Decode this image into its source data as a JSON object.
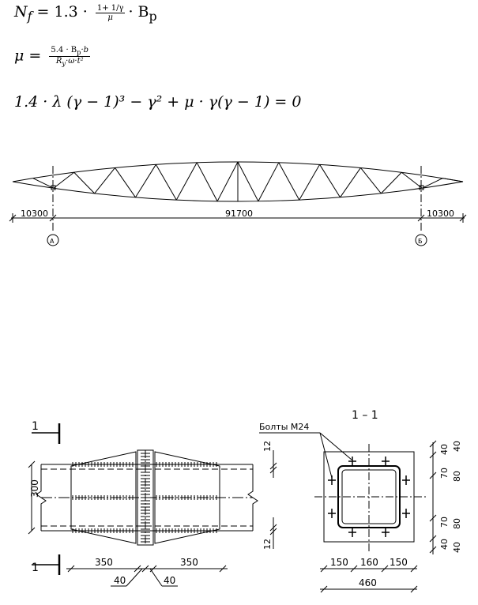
{
  "formulas": {
    "f1": {
      "lhs": "N",
      "sub": "f",
      "eq": " = 1.3 · ",
      "num": "1+ 1/γ",
      "den": "μ",
      "tail": "· B",
      "tail_sub": "p"
    },
    "f2": {
      "lhs": "μ = ",
      "num": "5.4 · B",
      "num_sub": "p",
      "num_tail": "·b",
      "den": "R",
      "den_sub": "y",
      "den_tail": "·ω·t²"
    },
    "f3": {
      "text": "1.4 · λ (γ − 1)³ − γ² + μ · γ(γ − 1) = 0"
    }
  },
  "truss": {
    "dim_left": "10300",
    "dim_mid": "91700",
    "dim_right": "10300",
    "axis_a": "А",
    "axis_b": "Б"
  },
  "joint_detail": {
    "section_mark": "1",
    "height_dim": "300",
    "dim_top": "12",
    "dim_bottom": "12",
    "len_left": "350",
    "len_right": "350",
    "gap_left": "40",
    "gap_right": "40"
  },
  "section_detail": {
    "title": "1 – 1",
    "bolts_label": "Болты М24",
    "dim_w1": "150",
    "dim_w2": "160",
    "dim_w3": "150",
    "dim_total": "460",
    "r_40a": "40",
    "r_70a": "70",
    "r_40b": "40",
    "r_80a": "80",
    "r_70b": "70",
    "r_80b": "80",
    "r_40c": "40",
    "r_40d": "40"
  }
}
